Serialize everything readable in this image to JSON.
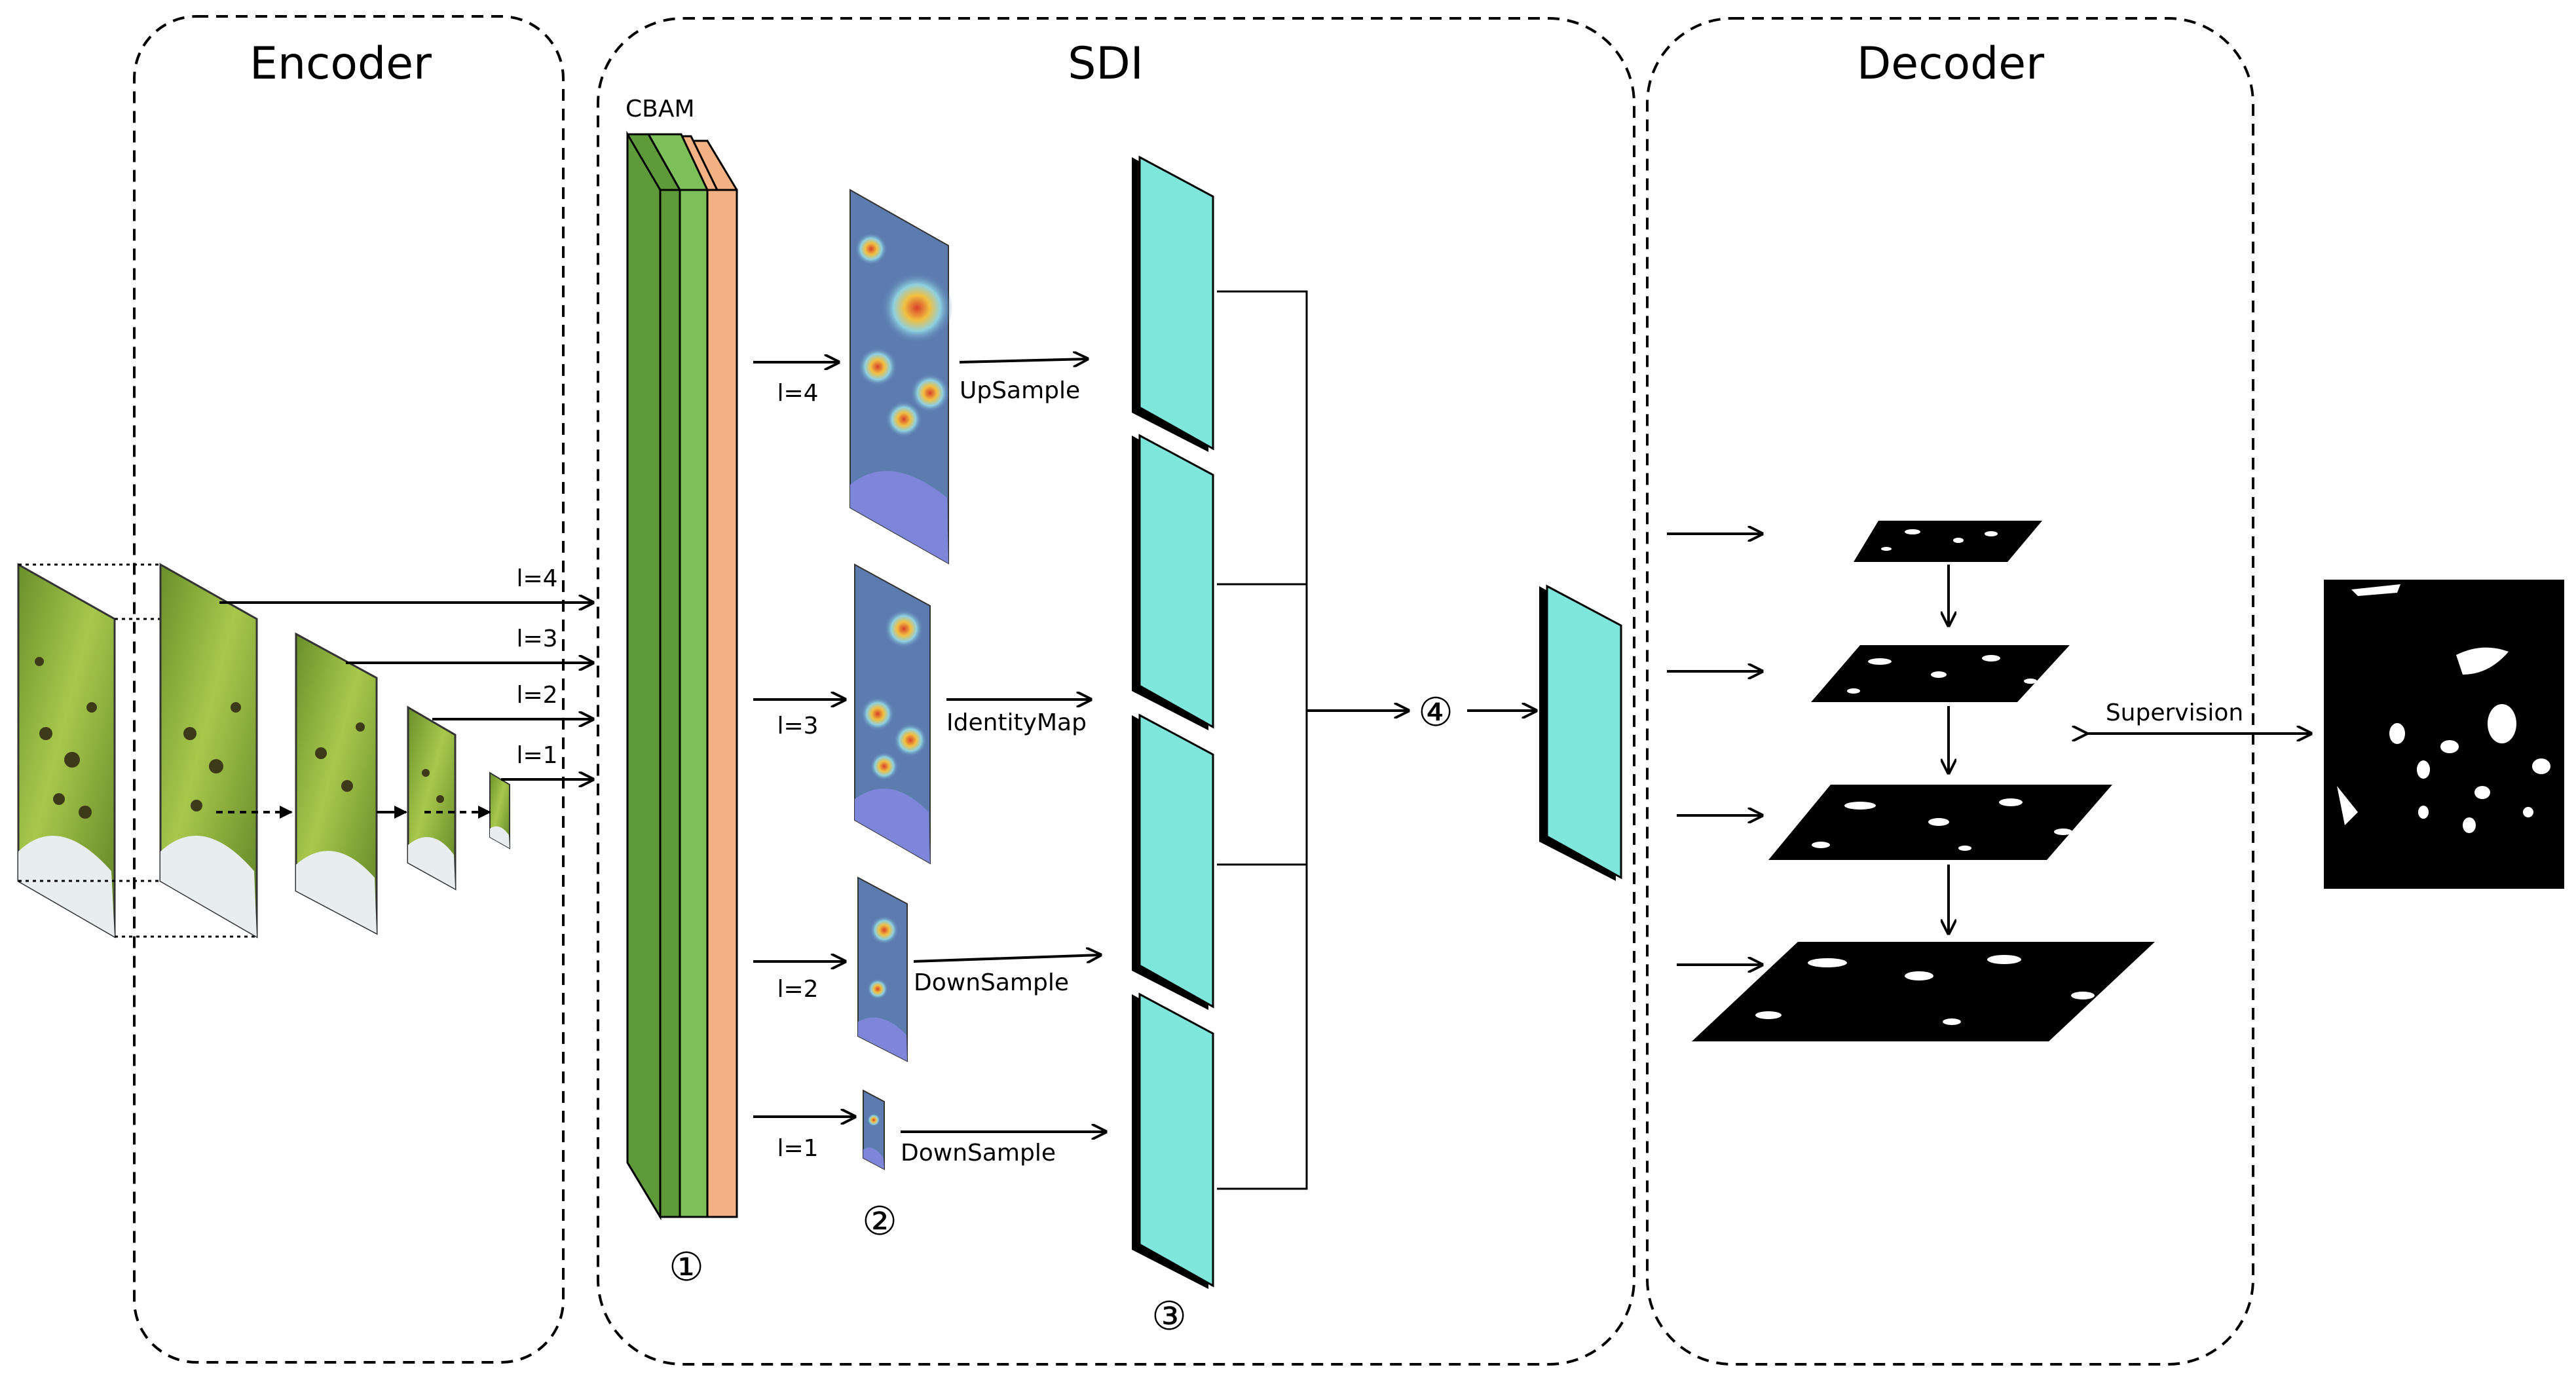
{
  "sections": {
    "encoder": "Encoder",
    "sdi": "SDI",
    "decoder": "Decoder"
  },
  "cbam_label": "CBAM",
  "encoder_levels": [
    "l=4",
    "l=3",
    "l=2",
    "l=1"
  ],
  "sdi_levels": [
    {
      "level": "l=4",
      "op": "UpSample"
    },
    {
      "level": "l=3",
      "op": "IdentityMap"
    },
    {
      "level": "l=2",
      "op": "DownSample"
    },
    {
      "level": "l=1",
      "op": "DownSample"
    }
  ],
  "step_numbers": [
    "①",
    "②",
    "③",
    "④"
  ],
  "supervision_label": "Supervision",
  "colors": {
    "cbam_dark_green": "#5e9a3a",
    "cbam_light_green": "#7dc05a",
    "cbam_orange": "#f4b183",
    "feature_cyan": "#7fe6dc",
    "mask_black": "#000000",
    "leaf_green": "#8db642"
  }
}
